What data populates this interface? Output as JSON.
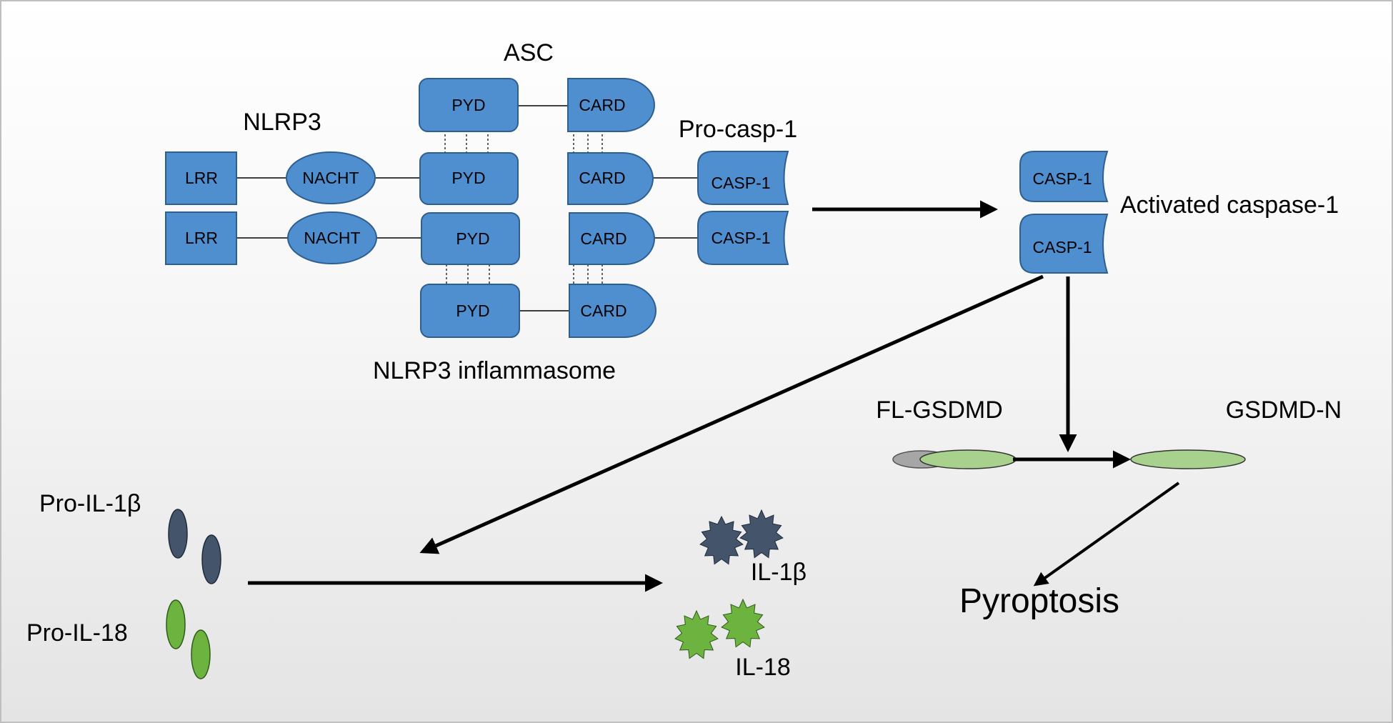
{
  "diagram": {
    "inflammasome": {
      "nlrp3_title": "NLRP3",
      "asc_title": "ASC",
      "procasp_title": "Pro-casp-1",
      "complex_title": "NLRP3 inflammasome",
      "lrr_label": "LRR",
      "nacht_label": "NACHT",
      "pyd_label": "PYD",
      "card_label": "CARD",
      "casp_label": "CASP-1"
    },
    "activated": {
      "casp_label": "CASP-1",
      "title": "Activated caspase-1"
    },
    "gsdmd": {
      "full_length": "FL-GSDMD",
      "n_terminal": "GSDMD-N",
      "outcome": "Pyroptosis"
    },
    "cytokines": {
      "pro_il1b": "Pro-IL-1β",
      "pro_il18": "Pro-IL-18",
      "il1b": "IL-1β",
      "il18": "IL-18"
    },
    "colors": {
      "domain_fill": "#4f8fd0",
      "domain_stroke": "#2f5f8f",
      "il1b_fill": "#44546a",
      "il18_fill": "#6db33f",
      "gsdmd_fill": "#a9d18e",
      "gsdmd_c_fill": "#a6a6a6"
    }
  }
}
